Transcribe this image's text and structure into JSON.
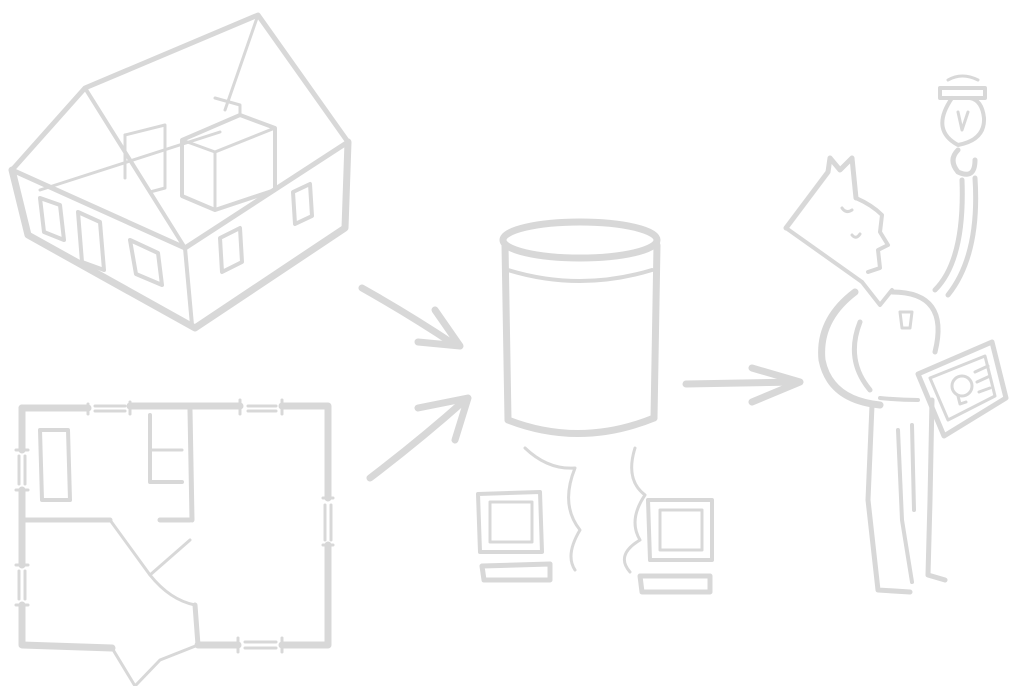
{
  "diagram": {
    "stroke_color": "#d8d8d8",
    "background_color": "#ffffff",
    "nodes": [
      {
        "id": "house-3d",
        "icon": "house-isometric-icon"
      },
      {
        "id": "floor-plan",
        "icon": "floor-plan-icon"
      },
      {
        "id": "database",
        "icon": "database-cylinder-icon"
      },
      {
        "id": "computers",
        "icon": "computer-terminals-icon"
      },
      {
        "id": "person",
        "icon": "person-with-lightbulb-icon"
      }
    ],
    "edges": [
      {
        "from": "house-3d",
        "to": "database"
      },
      {
        "from": "floor-plan",
        "to": "database"
      },
      {
        "from": "database",
        "to": "person"
      }
    ]
  }
}
